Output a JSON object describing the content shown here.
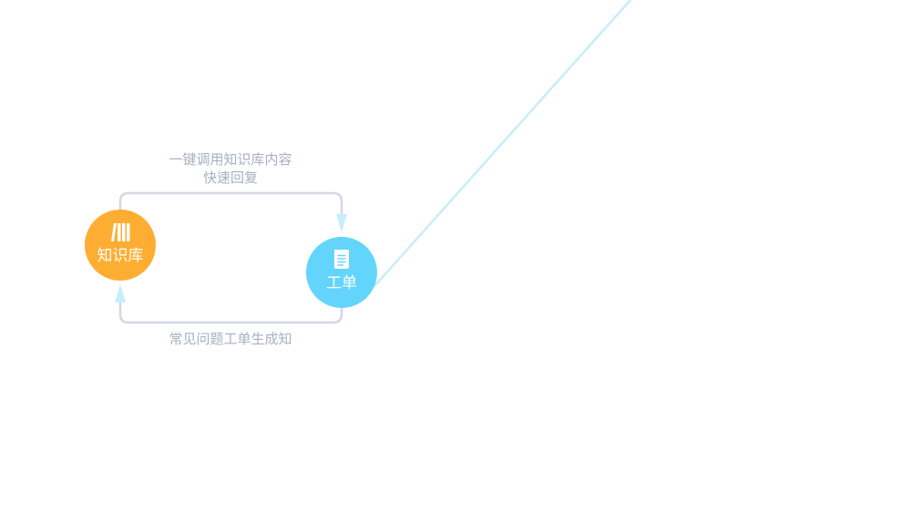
{
  "nodes": {
    "knowledge_base": {
      "label": "知识库",
      "icon": "books-icon",
      "color": "#fdae32"
    },
    "ticket": {
      "label": "工单",
      "icon": "document-icon",
      "color": "#63d4fb"
    }
  },
  "edges": {
    "kb_to_ticket": {
      "line1": "一键调用知识库内容",
      "line2": "快速回复"
    },
    "ticket_to_kb": {
      "label": "常见问题工单生成知"
    }
  },
  "colors": {
    "connector": "#d2d8e4",
    "arrow": "#c6eefb",
    "diagonal_line": "#c6eefb",
    "label_text": "#a7b0c2"
  }
}
